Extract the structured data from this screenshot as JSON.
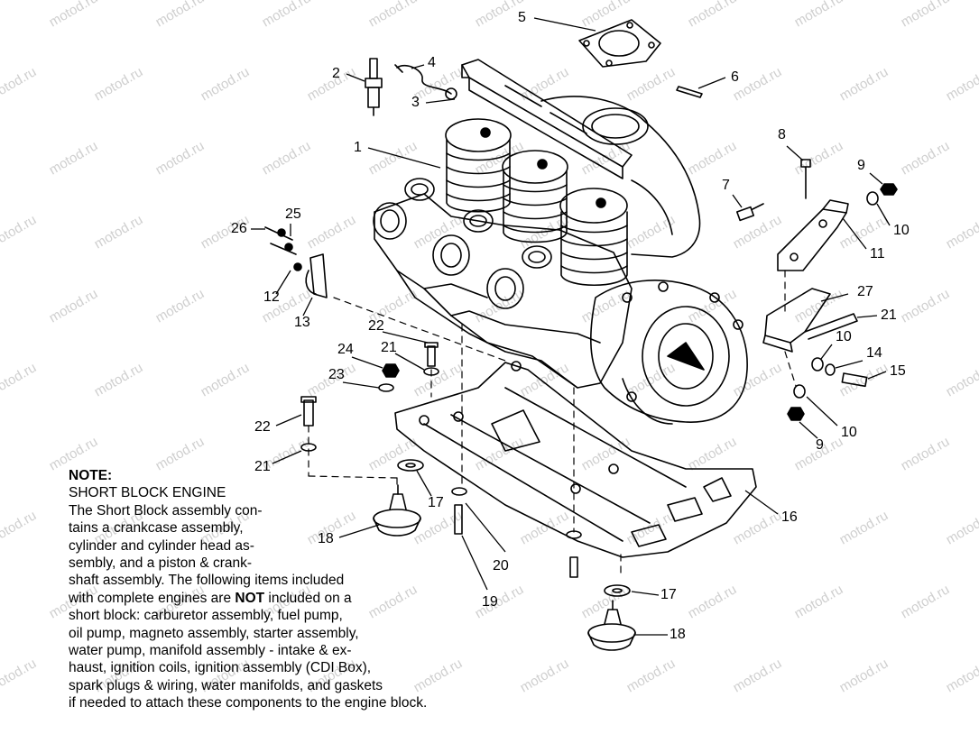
{
  "callouts": [
    {
      "n": "1"
    },
    {
      "n": "2"
    },
    {
      "n": "3"
    },
    {
      "n": "4"
    },
    {
      "n": "5"
    },
    {
      "n": "6"
    },
    {
      "n": "7"
    },
    {
      "n": "8"
    },
    {
      "n": "9"
    },
    {
      "n": "10"
    },
    {
      "n": "11"
    },
    {
      "n": "27"
    },
    {
      "n": "21"
    },
    {
      "n": "26"
    },
    {
      "n": "25"
    },
    {
      "n": "12"
    },
    {
      "n": "13"
    },
    {
      "n": "10"
    },
    {
      "n": "14"
    },
    {
      "n": "15"
    },
    {
      "n": "10"
    },
    {
      "n": "9"
    },
    {
      "n": "22"
    },
    {
      "n": "24"
    },
    {
      "n": "21"
    },
    {
      "n": "23"
    },
    {
      "n": "22"
    },
    {
      "n": "21"
    },
    {
      "n": "17"
    },
    {
      "n": "18"
    },
    {
      "n": "20"
    },
    {
      "n": "19"
    },
    {
      "n": "16"
    },
    {
      "n": "17"
    },
    {
      "n": "18"
    }
  ],
  "watermark": "motod.ru",
  "note": {
    "title": "NOTE:",
    "lines": [
      {
        "pre": "SHORT BLOCK ENGINE"
      },
      {
        "pre": "The Short Block assembly con-"
      },
      {
        "pre": "tains a crankcase assembly,"
      },
      {
        "pre": "cylinder and cylinder head as-"
      },
      {
        "pre": "sembly, and a piston & crank-"
      },
      {
        "pre": "shaft assembly.  The following items included"
      },
      {
        "pre": "with complete engines are ",
        "bold": "NOT",
        "post": " included on a"
      },
      {
        "pre": "short block:  carburetor assembly, fuel pump,"
      },
      {
        "pre": "oil pump, magneto assembly, starter assembly,"
      },
      {
        "pre": "water pump, manifold assembly - intake & ex-"
      },
      {
        "pre": "haust, ignition coils, ignition assembly (CDI Box),"
      },
      {
        "pre": "spark plugs & wiring, water manifolds, and gaskets"
      },
      {
        "pre": "if needed to attach these components to the engine block."
      }
    ]
  }
}
